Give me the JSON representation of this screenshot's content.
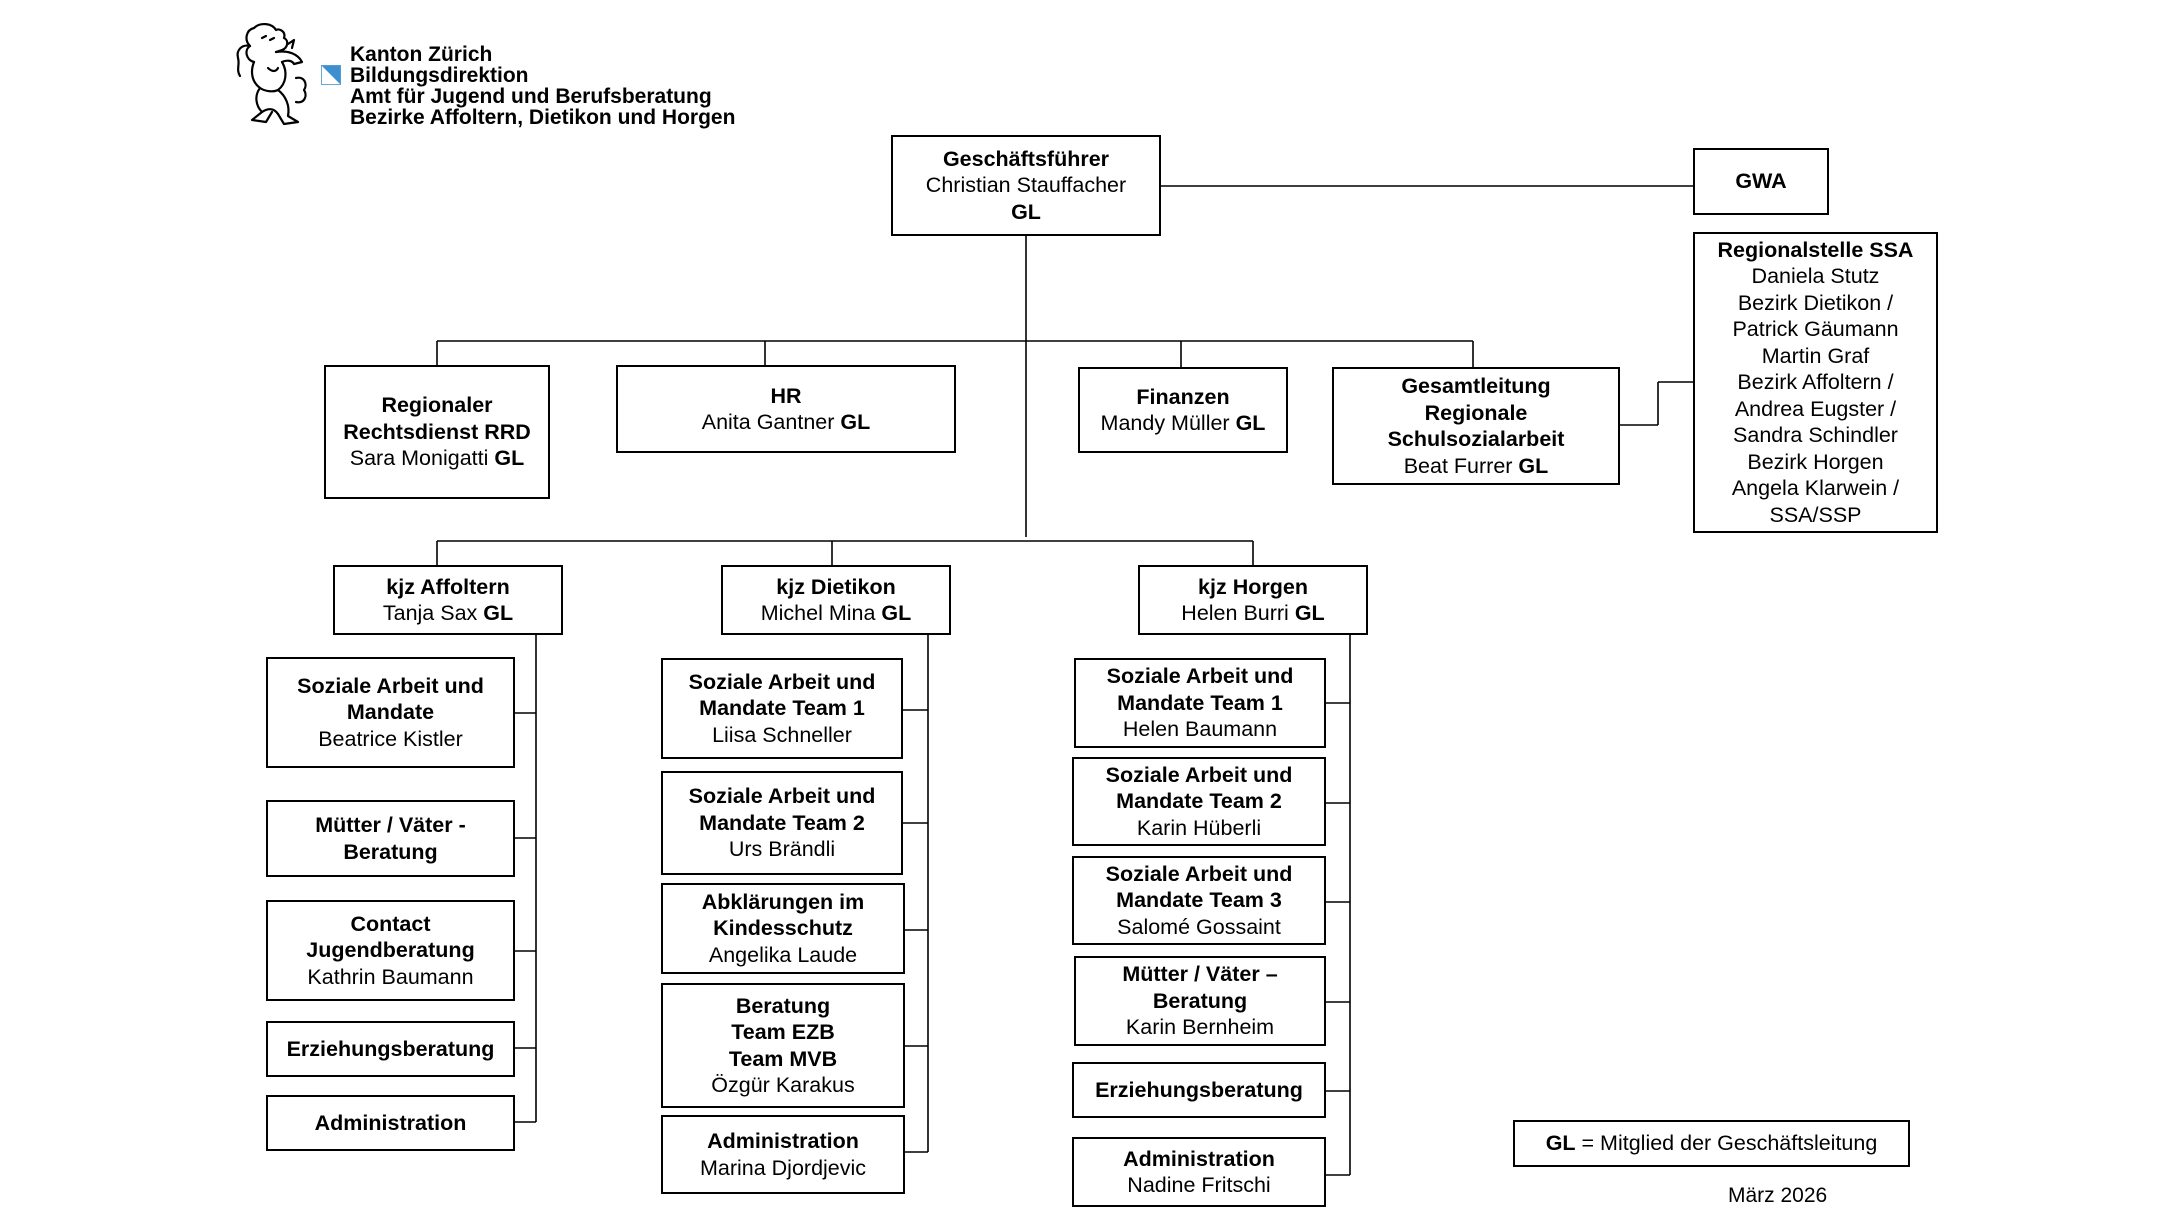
{
  "header": {
    "org_lines": [
      "Kanton Zürich",
      "Bildungsdirektion",
      "Amt für Jugend und Berufsberatung",
      "Bezirke Affoltern, Dietikon und Horgen"
    ],
    "logo_icon": "zurich-lion-logo",
    "flag_icon": "zurich-flag-icon"
  },
  "top": {
    "title": "Geschäftsführer",
    "name": "Christian Stauffacher",
    "gl": "GL"
  },
  "gwa": {
    "title": "GWA"
  },
  "ssa": {
    "title": "Regionalstelle SSA",
    "lines": [
      "Daniela Stutz",
      "Bezirk Dietikon /",
      "Patrick Gäumann",
      "Martin Graf",
      "Bezirk Affoltern /",
      "Andrea Eugster /",
      "Sandra Schindler",
      "Bezirk Horgen",
      "Angela Klarwein /",
      "SSA/SSP"
    ]
  },
  "staff": {
    "rrd": {
      "title_lines": [
        "Regionaler",
        "Rechtsdienst RRD"
      ],
      "name": "Sara Monigatti",
      "gl": "GL"
    },
    "hr": {
      "title": "HR",
      "name": "Anita Gantner",
      "gl": "GL"
    },
    "fin": {
      "title": "Finanzen",
      "name": "Mandy Müller",
      "gl": "GL"
    },
    "ges": {
      "title_lines": [
        "Gesamtleitung",
        "Regionale",
        "Schulsozialarbeit"
      ],
      "name": "Beat Furrer",
      "gl": "GL"
    }
  },
  "kjz": {
    "aff": {
      "title": "kjz Affoltern",
      "name": "Tanja Sax",
      "gl": "GL",
      "units": {
        "u0": {
          "title_lines": [
            "Soziale Arbeit und",
            "Mandate"
          ],
          "name": "Beatrice Kistler"
        },
        "u1": {
          "title_lines": [
            "Mütter / Väter -",
            "Beratung"
          ]
        },
        "u2": {
          "title_lines": [
            "Contact",
            "Jugendberatung"
          ],
          "name": "Kathrin Baumann"
        },
        "u3": {
          "title_lines": [
            "Erziehungsberatung"
          ]
        },
        "u4": {
          "title_lines": [
            "Administration"
          ]
        }
      }
    },
    "die": {
      "title": "kjz Dietikon",
      "name": "Michel Mina",
      "gl": "GL",
      "units": {
        "u0": {
          "title_lines": [
            "Soziale Arbeit und",
            "Mandate Team 1"
          ],
          "name": "Liisa Schneller"
        },
        "u1": {
          "title_lines": [
            "Soziale Arbeit und",
            "Mandate Team 2"
          ],
          "name": "Urs Brändli"
        },
        "u2": {
          "title_lines": [
            "Abklärungen im",
            "Kindesschutz"
          ],
          "name": "Angelika Laude"
        },
        "u3": {
          "title_lines": [
            "Beratung",
            "Team EZB",
            "Team MVB"
          ],
          "name": "Özgür Karakus"
        },
        "u4": {
          "title_lines": [
            "Administration"
          ],
          "name": "Marina Djordjevic"
        }
      }
    },
    "hor": {
      "title": "kjz Horgen",
      "name": "Helen Burri",
      "gl": "GL",
      "units": {
        "u0": {
          "title_lines": [
            "Soziale Arbeit und",
            "Mandate Team 1"
          ],
          "name": "Helen Baumann"
        },
        "u1": {
          "title_lines": [
            "Soziale Arbeit und",
            "Mandate Team 2"
          ],
          "name": "Karin Hüberli"
        },
        "u2": {
          "title_lines": [
            "Soziale Arbeit und",
            "Mandate Team 3"
          ],
          "name": "Salomé Gossaint"
        },
        "u3": {
          "title_lines": [
            "Mütter / Väter –",
            "Beratung"
          ],
          "name": "Karin Bernheim"
        },
        "u4": {
          "title_lines": [
            "Erziehungsberatung"
          ]
        },
        "u5": {
          "title_lines": [
            "Administration"
          ],
          "name": "Nadine Fritschi"
        }
      }
    }
  },
  "legend": {
    "abbr": "GL",
    "text": " = Mitglied der Geschäftsleitung"
  },
  "date": "März 2026"
}
